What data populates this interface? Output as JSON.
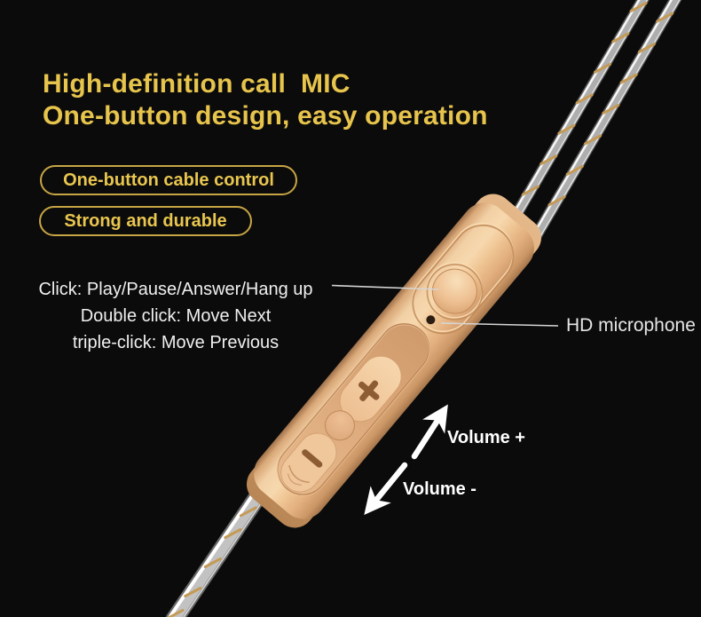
{
  "banner": {
    "headline": {
      "line1": "High-definition call  MIC",
      "line2": "One-button design, easy operation"
    },
    "feature_pills": [
      {
        "label": "One-button cable control"
      },
      {
        "label": "Strong and durable"
      }
    ],
    "click_instructions": [
      "Click: Play/Pause/Answer/Hang up",
      "Double click: Move Next",
      "triple-click: Move Previous"
    ],
    "callouts": {
      "microphone": "HD microphone",
      "volume_up": "Volume +",
      "volume_down": "Volume -"
    },
    "colors": {
      "background": "#0b0b0b",
      "accent_gold_text": "#e7c44c",
      "pill_border_gold": "#c7a544",
      "device_rose_gold": "#eec295",
      "device_symbol_brown": "#8d5c32",
      "instruction_text": "#f0f0f0",
      "arrow_white": "#ffffff"
    }
  }
}
